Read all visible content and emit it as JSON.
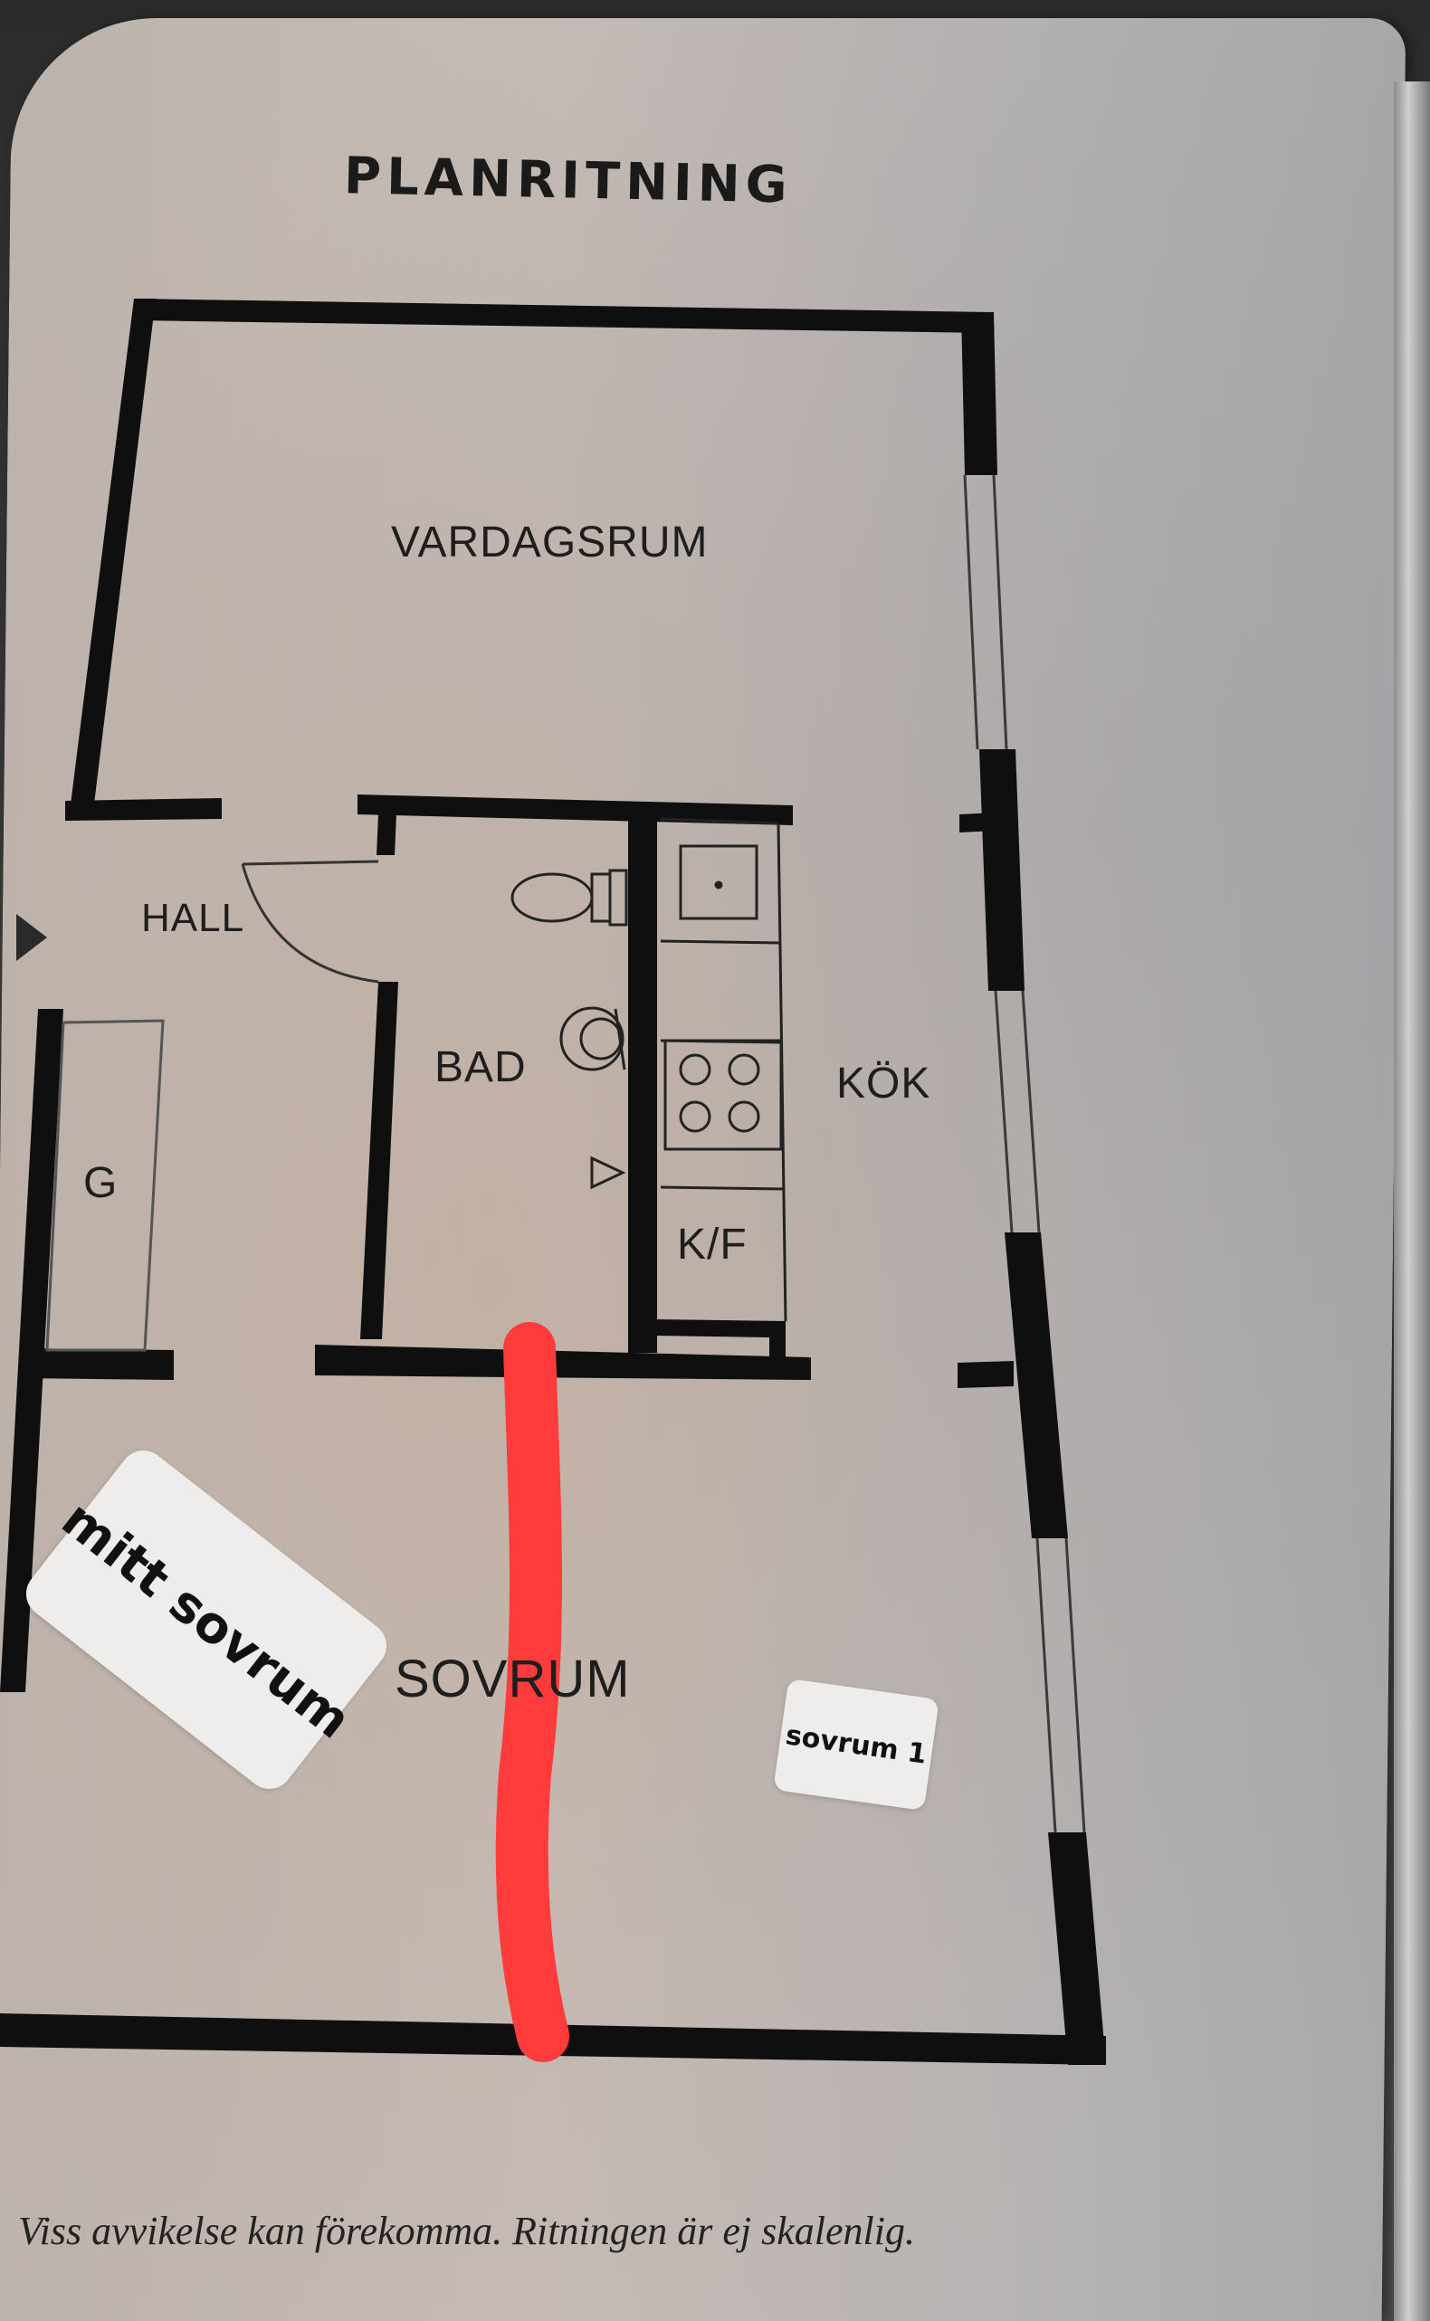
{
  "heading": "PLANRITNING",
  "rooms": {
    "vardagsrum": "VARDAGSRUM",
    "hall": "HALL",
    "bad": "BAD",
    "kok": "KÖK",
    "kf": "K/F",
    "g": "G",
    "sovrum": "SOVRUM"
  },
  "stickers": {
    "mitt_sovrum": "mitt sovrum",
    "sovrum_1": "sovrum 1"
  },
  "caption": "Viss avvikelse kan förekomma. Ritningen är ej skalenlig.",
  "colors": {
    "wall": "#0f0f0f",
    "red_line": "#ff3b3b",
    "sticker_bg": "#efedec"
  },
  "icons": {
    "entrance": "entrance-arrow-icon",
    "toilet": "toilet-icon",
    "sink": "sink-icon",
    "stove": "stove-icon"
  }
}
